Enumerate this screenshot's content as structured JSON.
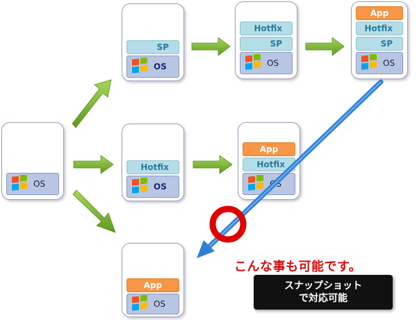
{
  "labels": {
    "os": "OS",
    "sp": "SP",
    "hotfix": "Hotfix",
    "app": "App"
  },
  "caption": "こんな事も可能です。",
  "badge": {
    "line1": "スナップショット",
    "line2": "で対応可能"
  },
  "colors": {
    "arrow_green": "#7ab82e",
    "arrow_blue": "#2f7fd8",
    "circle_red": "#e00000",
    "caption_red": "#d01010",
    "app_orange": "#f79646",
    "layer_blue": "#b5dde8",
    "os_blue": "#b8c6e4"
  }
}
